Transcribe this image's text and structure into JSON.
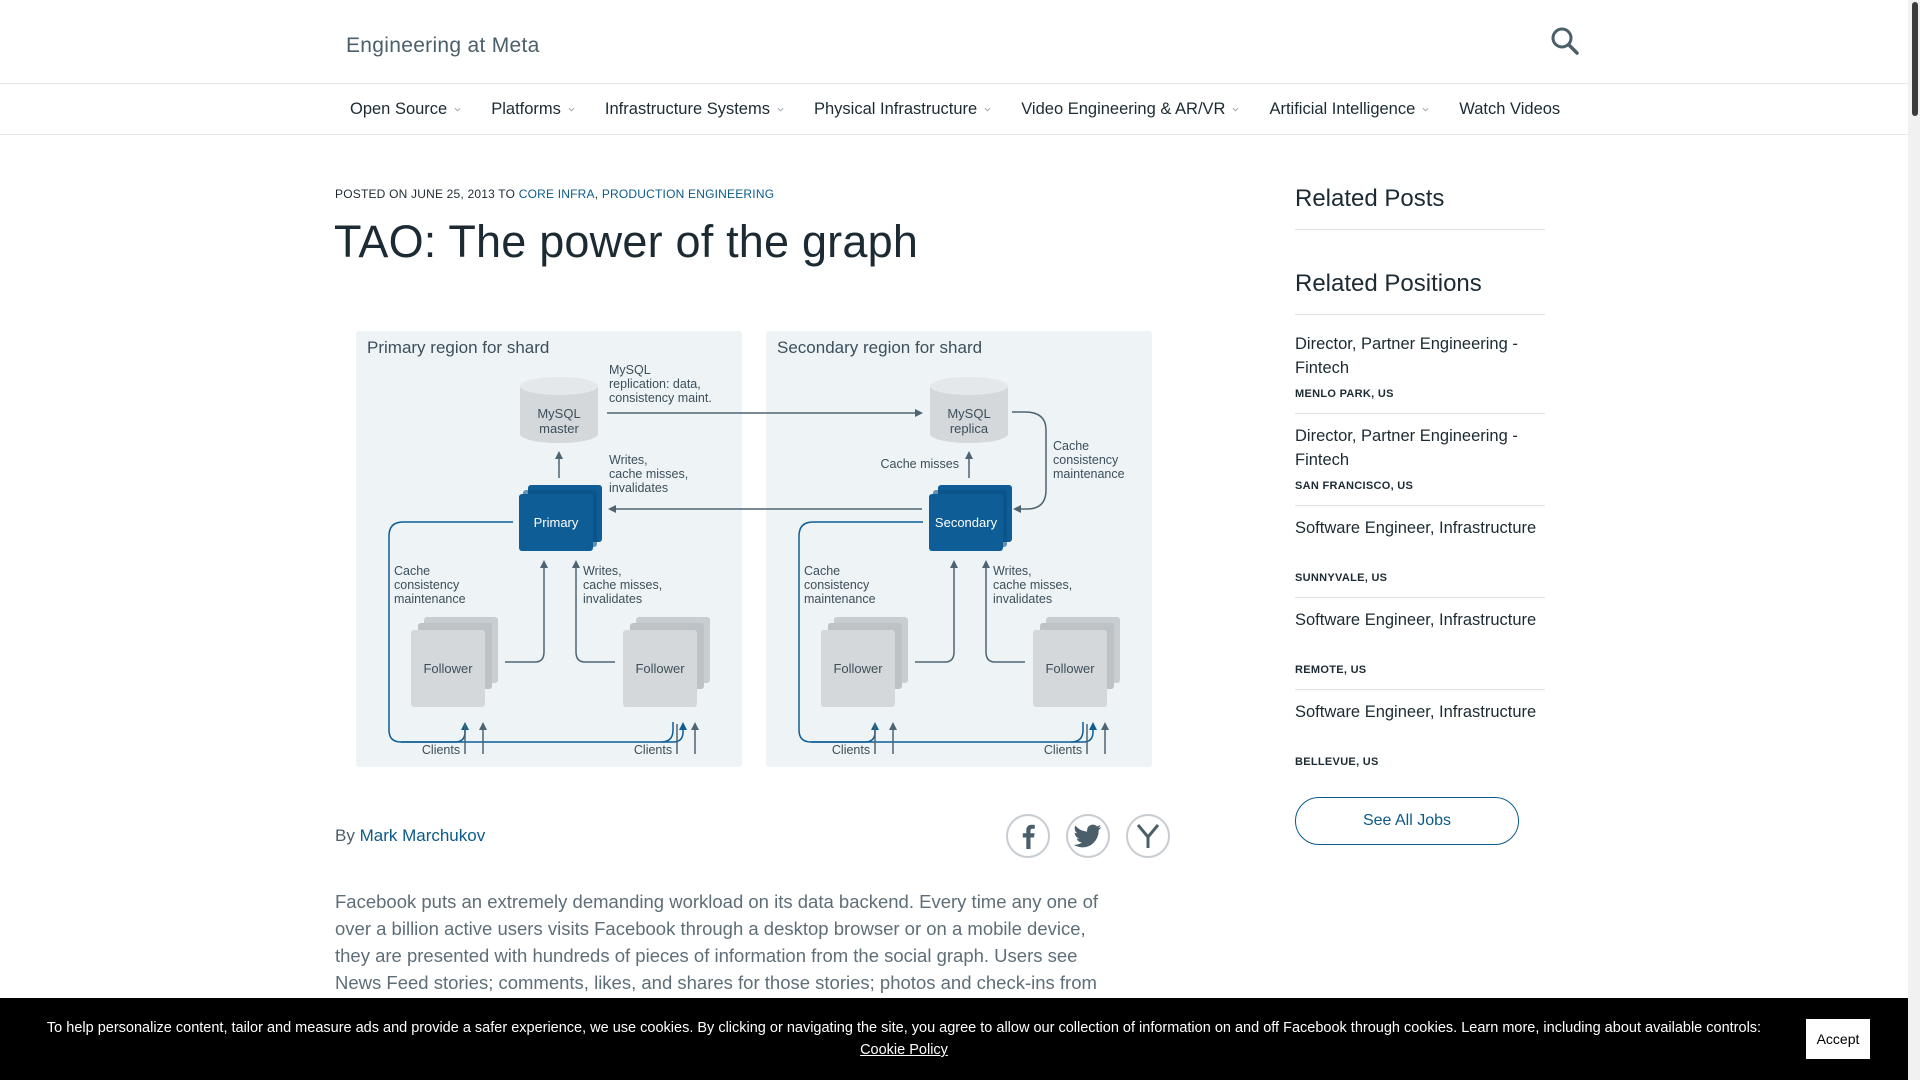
{
  "header": {
    "site_title": "Engineering at Meta"
  },
  "nav": [
    {
      "label": "Open Source",
      "has_dropdown": true
    },
    {
      "label": "Platforms",
      "has_dropdown": true
    },
    {
      "label": "Infrastructure Systems",
      "has_dropdown": true
    },
    {
      "label": "Physical Infrastructure",
      "has_dropdown": true
    },
    {
      "label": "Video Engineering & AR/VR",
      "has_dropdown": true
    },
    {
      "label": "Artificial Intelligence",
      "has_dropdown": true
    },
    {
      "label": "Watch Videos",
      "has_dropdown": false
    }
  ],
  "article": {
    "posted_prefix": "POSTED ON JUNE 25, 2013 TO",
    "category_1": "CORE INFRA",
    "category_sep": ",",
    "category_2": "PRODUCTION ENGINEERING",
    "title": "TAO: The power of the graph",
    "by_prefix": "By",
    "author": "Mark Marchukov",
    "body": "Facebook puts an extremely demanding workload on its data backend. Every time any one of over a billion active users visits Facebook through a desktop browser or on a mobile device, they are presented with hundreds of pieces of information from the social graph. Users see News Feed stories; comments, likes, and shares for those stories; photos and check-ins from their friends -- the list goes on. The high degree of output customization, combined with a high update rate of a typical user's News Feed, makes it impossible to generate the views presented to users ahead of time. Thus, the data set must be"
  },
  "share": [
    {
      "icon": "facebook-icon"
    },
    {
      "icon": "twitter-icon"
    },
    {
      "icon": "hacker-news-icon"
    }
  ],
  "diagram": {
    "primary_title": "Primary region for shard",
    "secondary_title": "Secondary region for shard",
    "mysql_master_1": "MySQL",
    "mysql_master_2": "master",
    "mysql_replica_1": "MySQL",
    "mysql_replica_2": "replica",
    "replication_1": "MySQL",
    "replication_2": "replication: data,",
    "replication_3": "consistency maint.",
    "writes_1": "Writes,",
    "writes_2": "cache misses,",
    "writes_3": "invalidates",
    "primary": "Primary",
    "secondary": "Secondary",
    "cache_misses": "Cache misses",
    "ccm_1": "Cache",
    "ccm_2": "consistency",
    "ccm_3": "maintenance",
    "follower": "Follower",
    "clients": "Clients"
  },
  "sidebar": {
    "related_posts": "Related Posts",
    "related_positions": "Related Positions",
    "jobs": [
      {
        "title": "Director, Partner Engineering - Fintech",
        "location": "MENLO PARK, US"
      },
      {
        "title": "Director, Partner Engineering - Fintech",
        "location": "SAN FRANCISCO, US"
      },
      {
        "title": "Software Engineer, Infrastructure",
        "location": "SUNNYVALE, US"
      },
      {
        "title": "Software Engineer, Infrastructure",
        "location": "REMOTE, US"
      },
      {
        "title": "Software Engineer, Infrastructure",
        "location": "BELLEVUE, US"
      }
    ],
    "see_all_jobs": "See All Jobs"
  },
  "cookie": {
    "text": "To help personalize content, tailor and measure ads and provide a safer experience, we use cookies. By clicking or navigating the site, you agree to allow our collection of information on and off Facebook through cookies. Learn more, including about available controls:",
    "link": "Cookie Policy",
    "accept": "Accept"
  },
  "colors": {
    "brand_blue": "#0b5b8a",
    "diagram_node_blue": "#0e5d96",
    "diagram_panel": "#eef3f6",
    "diagram_gray_node": "#d4d8db"
  }
}
